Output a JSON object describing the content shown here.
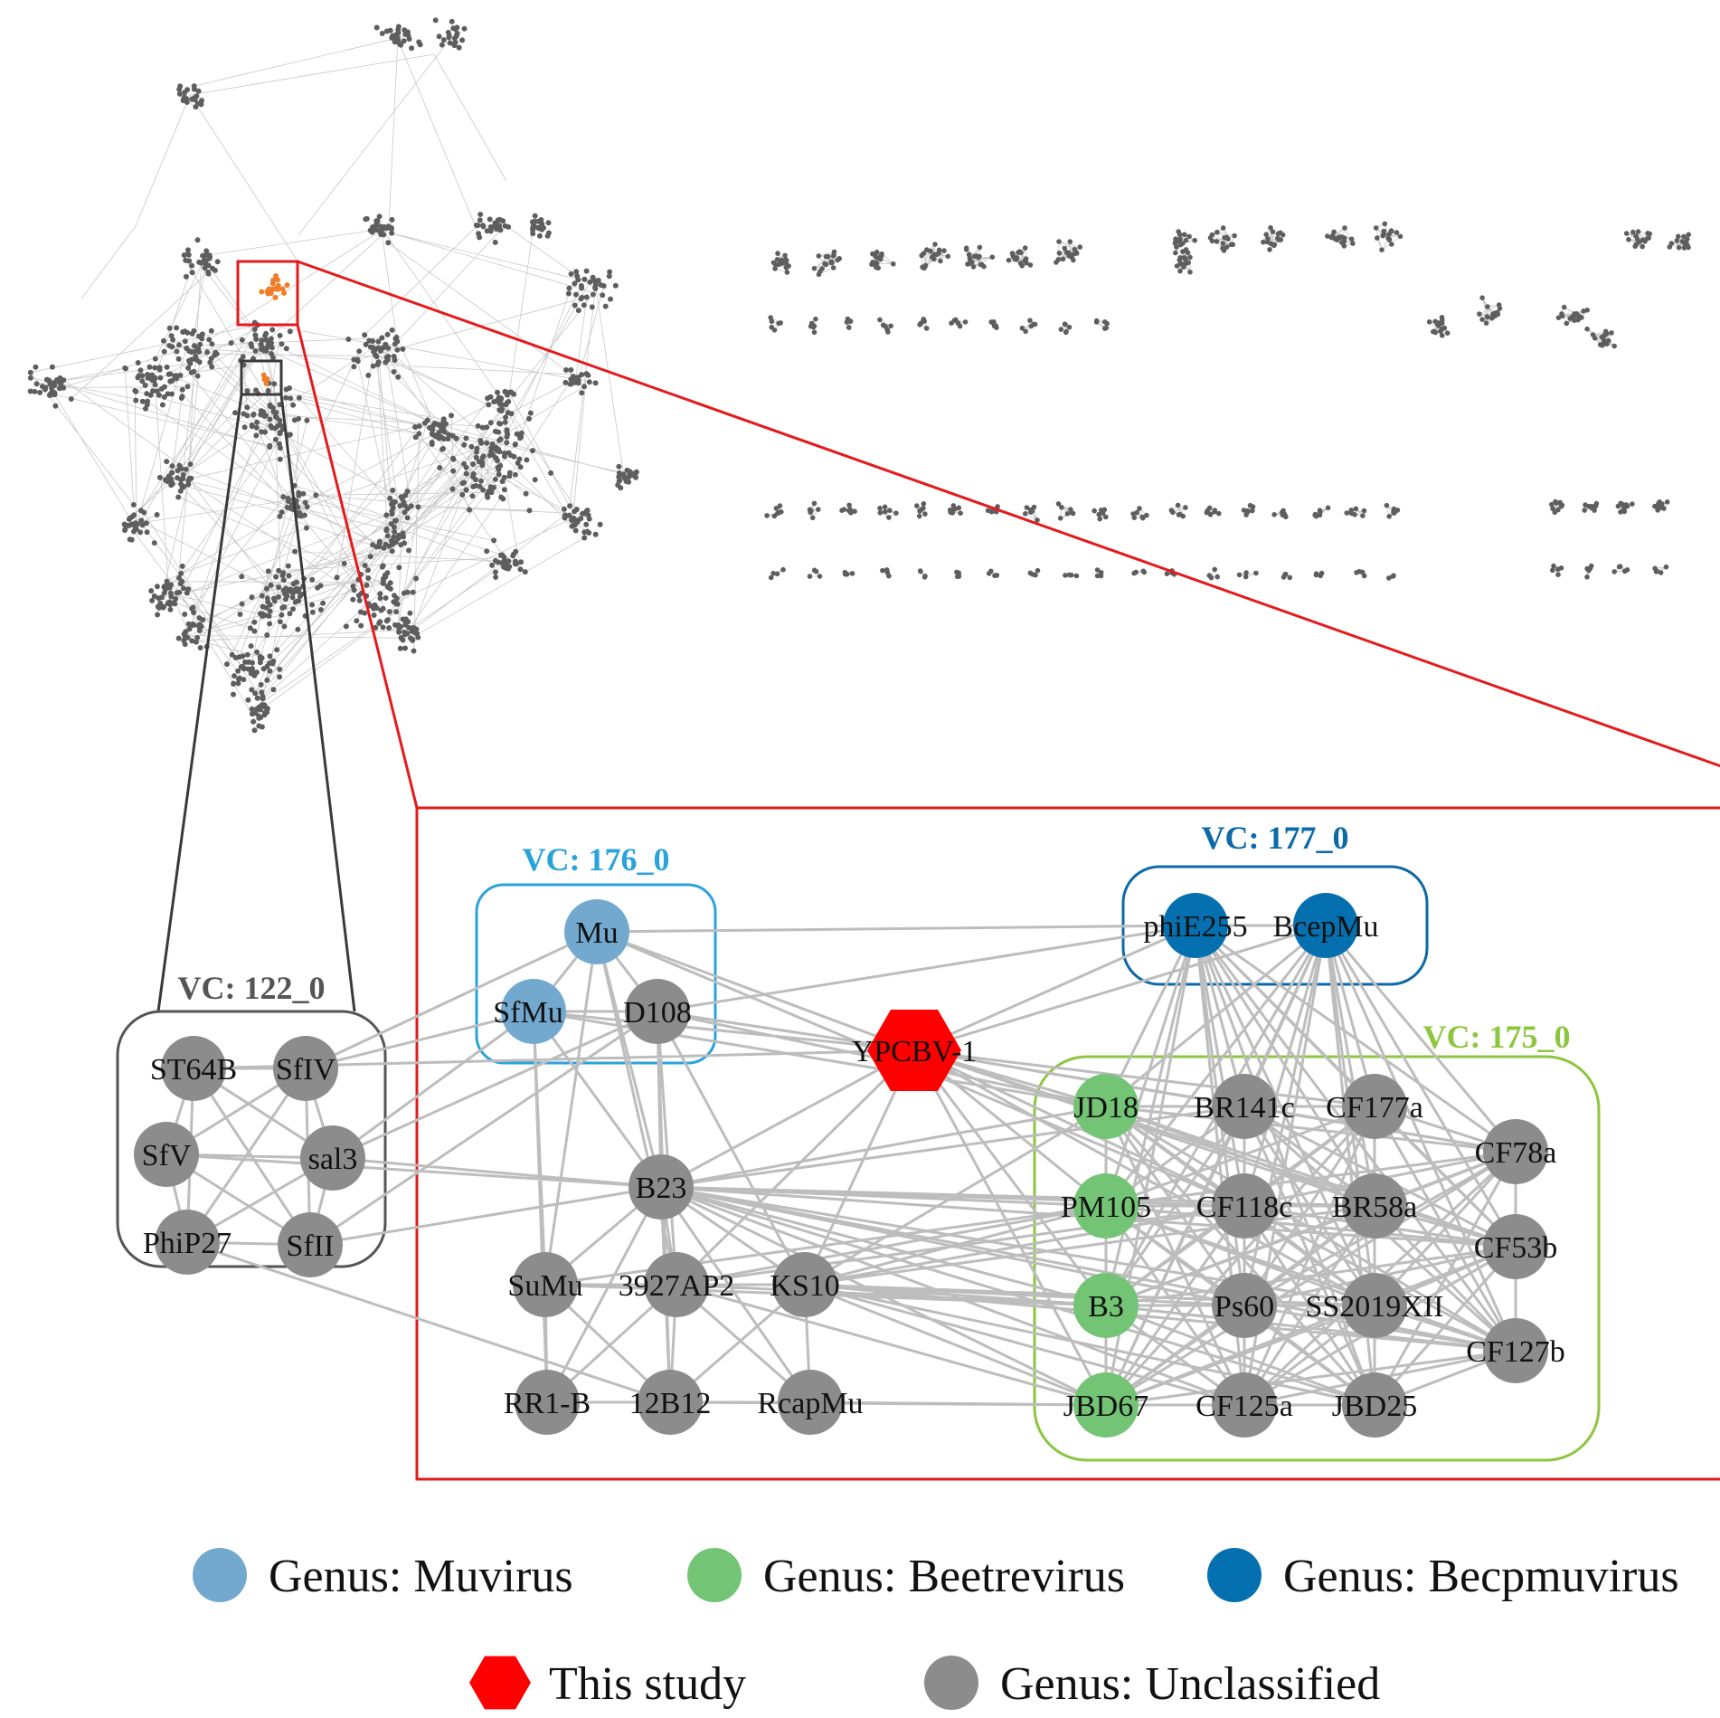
{
  "colors": {
    "muvirus": "#74a9cf",
    "beetrevirus": "#74c476",
    "becpmuvirus": "#0570b0",
    "unclassified": "#8c8c8c",
    "this_study": "#ff0000",
    "edge": "#bdbdbd",
    "overview_node": "#5e5e5e",
    "zoom_red": "#e41a1c",
    "zoom_dark": "#3a3a3a",
    "vc176": "#29a3dc",
    "vc177": "#0c6aa8",
    "vc175": "#8dc63f",
    "vc122": "#555555"
  },
  "clusters": [
    {
      "id": "vc122",
      "label": "VC: 122_0"
    },
    {
      "id": "vc176",
      "label": "VC: 176_0"
    },
    {
      "id": "vc177",
      "label": "VC: 177_0"
    },
    {
      "id": "vc175",
      "label": "VC: 175_0"
    }
  ],
  "nodes": [
    {
      "id": "ST64B",
      "label": "ST64B",
      "genus": "unclassified"
    },
    {
      "id": "SfIV",
      "label": "SfIV",
      "genus": "unclassified"
    },
    {
      "id": "SfV",
      "label": "SfV",
      "genus": "unclassified"
    },
    {
      "id": "sal3",
      "label": "sal3",
      "genus": "unclassified"
    },
    {
      "id": "PhiP27",
      "label": "PhiP27",
      "genus": "unclassified"
    },
    {
      "id": "SfII",
      "label": "SfII",
      "genus": "unclassified"
    },
    {
      "id": "Mu",
      "label": "Mu",
      "genus": "muvirus"
    },
    {
      "id": "SfMu",
      "label": "SfMu",
      "genus": "muvirus"
    },
    {
      "id": "D108",
      "label": "D108",
      "genus": "unclassified"
    },
    {
      "id": "B23",
      "label": "B23",
      "genus": "unclassified"
    },
    {
      "id": "SuMu",
      "label": "SuMu",
      "genus": "unclassified"
    },
    {
      "id": "3927AP2",
      "label": "3927AP2",
      "genus": "unclassified"
    },
    {
      "id": "KS10",
      "label": "KS10",
      "genus": "unclassified"
    },
    {
      "id": "RR1-B",
      "label": "RR1-B",
      "genus": "unclassified"
    },
    {
      "id": "12B12",
      "label": "12B12",
      "genus": "unclassified"
    },
    {
      "id": "RcapMu",
      "label": "RcapMu",
      "genus": "unclassified"
    },
    {
      "id": "YPCBV-1",
      "label": "YPCBV-1",
      "genus": "this_study"
    },
    {
      "id": "phiE255",
      "label": "phiE255",
      "genus": "becpmuvirus"
    },
    {
      "id": "BcepMu",
      "label": "BcepMu",
      "genus": "becpmuvirus"
    },
    {
      "id": "JD18",
      "label": "JD18",
      "genus": "beetrevirus"
    },
    {
      "id": "BR141c",
      "label": "BR141c",
      "genus": "unclassified"
    },
    {
      "id": "CF177a",
      "label": "CF177a",
      "genus": "unclassified"
    },
    {
      "id": "CF78a",
      "label": "CF78a",
      "genus": "unclassified"
    },
    {
      "id": "PM105",
      "label": "PM105",
      "genus": "beetrevirus"
    },
    {
      "id": "CF118c",
      "label": "CF118c",
      "genus": "unclassified"
    },
    {
      "id": "BR58a",
      "label": "BR58a",
      "genus": "unclassified"
    },
    {
      "id": "CF53b",
      "label": "CF53b",
      "genus": "unclassified"
    },
    {
      "id": "B3",
      "label": "B3",
      "genus": "beetrevirus"
    },
    {
      "id": "Ps60",
      "label": "Ps60",
      "genus": "unclassified"
    },
    {
      "id": "SS2019XII",
      "label": "SS2019XII",
      "genus": "unclassified"
    },
    {
      "id": "CF127b",
      "label": "CF127b",
      "genus": "unclassified"
    },
    {
      "id": "JBD67",
      "label": "JBD67",
      "genus": "beetrevirus"
    },
    {
      "id": "CF125a",
      "label": "CF125a",
      "genus": "unclassified"
    },
    {
      "id": "JBD25",
      "label": "JBD25",
      "genus": "unclassified"
    }
  ],
  "edges": [
    [
      "ST64B",
      "SfIV"
    ],
    [
      "ST64B",
      "SfV"
    ],
    [
      "ST64B",
      "sal3"
    ],
    [
      "ST64B",
      "PhiP27"
    ],
    [
      "ST64B",
      "SfII"
    ],
    [
      "SfIV",
      "SfV"
    ],
    [
      "SfIV",
      "sal3"
    ],
    [
      "SfIV",
      "PhiP27"
    ],
    [
      "SfIV",
      "SfII"
    ],
    [
      "SfV",
      "sal3"
    ],
    [
      "SfV",
      "PhiP27"
    ],
    [
      "SfV",
      "SfII"
    ],
    [
      "sal3",
      "PhiP27"
    ],
    [
      "sal3",
      "SfII"
    ],
    [
      "PhiP27",
      "SfII"
    ],
    [
      "SfIV",
      "SfMu"
    ],
    [
      "SfIV",
      "Mu"
    ],
    [
      "sal3",
      "SfMu"
    ],
    [
      "sal3",
      "D108"
    ],
    [
      "sal3",
      "B23"
    ],
    [
      "SfII",
      "B23"
    ],
    [
      "SfII",
      "D108"
    ],
    [
      "SfV",
      "B23"
    ],
    [
      "PhiP27",
      "12B12"
    ],
    [
      "ST64B",
      "YPCBV-1"
    ],
    [
      "Mu",
      "SfMu"
    ],
    [
      "Mu",
      "D108"
    ],
    [
      "SfMu",
      "D108"
    ],
    [
      "Mu",
      "YPCBV-1"
    ],
    [
      "SfMu",
      "YPCBV-1"
    ],
    [
      "D108",
      "YPCBV-1"
    ],
    [
      "Mu",
      "B23"
    ],
    [
      "SfMu",
      "B23"
    ],
    [
      "D108",
      "B23"
    ],
    [
      "SfMu",
      "SuMu"
    ],
    [
      "Mu",
      "3927AP2"
    ],
    [
      "D108",
      "KS10"
    ],
    [
      "D108",
      "3927AP2"
    ],
    [
      "SfMu",
      "RR1-B"
    ],
    [
      "Mu",
      "SuMu"
    ],
    [
      "D108",
      "12B12"
    ],
    [
      "B23",
      "SuMu"
    ],
    [
      "B23",
      "3927AP2"
    ],
    [
      "B23",
      "KS10"
    ],
    [
      "B23",
      "RR1-B"
    ],
    [
      "B23",
      "12B12"
    ],
    [
      "B23",
      "RcapMu"
    ],
    [
      "SuMu",
      "3927AP2"
    ],
    [
      "SuMu",
      "KS10"
    ],
    [
      "SuMu",
      "RR1-B"
    ],
    [
      "SuMu",
      "12B12"
    ],
    [
      "3927AP2",
      "KS10"
    ],
    [
      "3927AP2",
      "RR1-B"
    ],
    [
      "3927AP2",
      "12B12"
    ],
    [
      "3927AP2",
      "RcapMu"
    ],
    [
      "KS10",
      "RcapMu"
    ],
    [
      "KS10",
      "12B12"
    ],
    [
      "RR1-B",
      "12B12"
    ],
    [
      "12B12",
      "RcapMu"
    ],
    [
      "RcapMu",
      "JBD67"
    ],
    [
      "12B12",
      "JBD67"
    ],
    [
      "YPCBV-1",
      "B23"
    ],
    [
      "YPCBV-1",
      "3927AP2"
    ],
    [
      "YPCBV-1",
      "KS10"
    ],
    [
      "YPCBV-1",
      "phiE255"
    ],
    [
      "YPCBV-1",
      "BcepMu"
    ],
    [
      "YPCBV-1",
      "JD18"
    ],
    [
      "YPCBV-1",
      "BR141c"
    ],
    [
      "YPCBV-1",
      "CF177a"
    ],
    [
      "YPCBV-1",
      "CF78a"
    ],
    [
      "YPCBV-1",
      "PM105"
    ],
    [
      "YPCBV-1",
      "CF118c"
    ],
    [
      "YPCBV-1",
      "BR58a"
    ],
    [
      "YPCBV-1",
      "B3"
    ],
    [
      "YPCBV-1",
      "SS2019XII"
    ],
    [
      "YPCBV-1",
      "JBD67"
    ],
    [
      "YPCBV-1",
      "CF53b"
    ],
    [
      "B23",
      "JD18"
    ],
    [
      "B23",
      "PM105"
    ],
    [
      "B23",
      "CF118c"
    ],
    [
      "B23",
      "BR58a"
    ],
    [
      "B23",
      "B3"
    ],
    [
      "B23",
      "Ps60"
    ],
    [
      "B23",
      "SS2019XII"
    ],
    [
      "B23",
      "CF127b"
    ],
    [
      "B23",
      "JBD67"
    ],
    [
      "B23",
      "CF125a"
    ],
    [
      "B23",
      "JBD25"
    ],
    [
      "B23",
      "BR141c"
    ],
    [
      "B23",
      "CF53b"
    ],
    [
      "KS10",
      "JD18"
    ],
    [
      "KS10",
      "PM105"
    ],
    [
      "KS10",
      "B3"
    ],
    [
      "KS10",
      "JBD67"
    ],
    [
      "KS10",
      "CF118c"
    ],
    [
      "KS10",
      "Ps60"
    ],
    [
      "KS10",
      "BR58a"
    ],
    [
      "KS10",
      "CF125a"
    ],
    [
      "KS10",
      "SS2019XII"
    ],
    [
      "KS10",
      "JBD25"
    ],
    [
      "KS10",
      "CF127b"
    ],
    [
      "3927AP2",
      "PM105"
    ],
    [
      "3927AP2",
      "B3"
    ],
    [
      "3927AP2",
      "JBD67"
    ],
    [
      "3927AP2",
      "CF118c"
    ],
    [
      "SuMu",
      "PM105"
    ],
    [
      "SuMu",
      "B3"
    ],
    [
      "Mu",
      "phiE255"
    ],
    [
      "D108",
      "phiE255"
    ],
    [
      "D108",
      "JD18"
    ],
    [
      "SfMu",
      "JD18"
    ],
    [
      "Mu",
      "CF118c"
    ],
    [
      "phiE255",
      "BcepMu"
    ],
    [
      "phiE255",
      "JD18"
    ],
    [
      "phiE255",
      "BR141c"
    ],
    [
      "phiE255",
      "CF177a"
    ],
    [
      "phiE255",
      "CF78a"
    ],
    [
      "phiE255",
      "PM105"
    ],
    [
      "phiE255",
      "CF118c"
    ],
    [
      "phiE255",
      "BR58a"
    ],
    [
      "phiE255",
      "CF53b"
    ],
    [
      "phiE255",
      "B3"
    ],
    [
      "phiE255",
      "Ps60"
    ],
    [
      "phiE255",
      "SS2019XII"
    ],
    [
      "phiE255",
      "CF127b"
    ],
    [
      "phiE255",
      "JBD67"
    ],
    [
      "phiE255",
      "CF125a"
    ],
    [
      "phiE255",
      "JBD25"
    ],
    [
      "BcepMu",
      "JD18"
    ],
    [
      "BcepMu",
      "BR141c"
    ],
    [
      "BcepMu",
      "CF177a"
    ],
    [
      "BcepMu",
      "CF78a"
    ],
    [
      "BcepMu",
      "PM105"
    ],
    [
      "BcepMu",
      "CF118c"
    ],
    [
      "BcepMu",
      "BR58a"
    ],
    [
      "BcepMu",
      "CF53b"
    ],
    [
      "BcepMu",
      "B3"
    ],
    [
      "BcepMu",
      "Ps60"
    ],
    [
      "BcepMu",
      "SS2019XII"
    ],
    [
      "BcepMu",
      "CF127b"
    ],
    [
      "BcepMu",
      "JBD67"
    ],
    [
      "BcepMu",
      "CF125a"
    ],
    [
      "BcepMu",
      "JBD25"
    ],
    [
      "JD18",
      "BR141c"
    ],
    [
      "JD18",
      "CF177a"
    ],
    [
      "JD18",
      "CF78a"
    ],
    [
      "JD18",
      "PM105"
    ],
    [
      "JD18",
      "CF118c"
    ],
    [
      "JD18",
      "BR58a"
    ],
    [
      "JD18",
      "CF53b"
    ],
    [
      "JD18",
      "B3"
    ],
    [
      "JD18",
      "Ps60"
    ],
    [
      "JD18",
      "SS2019XII"
    ],
    [
      "JD18",
      "CF127b"
    ],
    [
      "JD18",
      "JBD67"
    ],
    [
      "JD18",
      "CF125a"
    ],
    [
      "JD18",
      "JBD25"
    ],
    [
      "BR141c",
      "CF177a"
    ],
    [
      "BR141c",
      "CF78a"
    ],
    [
      "BR141c",
      "PM105"
    ],
    [
      "BR141c",
      "CF118c"
    ],
    [
      "BR141c",
      "BR58a"
    ],
    [
      "BR141c",
      "CF53b"
    ],
    [
      "BR141c",
      "B3"
    ],
    [
      "BR141c",
      "Ps60"
    ],
    [
      "BR141c",
      "SS2019XII"
    ],
    [
      "BR141c",
      "CF127b"
    ],
    [
      "BR141c",
      "JBD67"
    ],
    [
      "BR141c",
      "CF125a"
    ],
    [
      "BR141c",
      "JBD25"
    ],
    [
      "CF177a",
      "CF78a"
    ],
    [
      "CF177a",
      "PM105"
    ],
    [
      "CF177a",
      "CF118c"
    ],
    [
      "CF177a",
      "BR58a"
    ],
    [
      "CF177a",
      "CF53b"
    ],
    [
      "CF177a",
      "B3"
    ],
    [
      "CF177a",
      "Ps60"
    ],
    [
      "CF177a",
      "SS2019XII"
    ],
    [
      "CF177a",
      "CF127b"
    ],
    [
      "CF177a",
      "JBD67"
    ],
    [
      "CF177a",
      "CF125a"
    ],
    [
      "CF177a",
      "JBD25"
    ],
    [
      "CF78a",
      "PM105"
    ],
    [
      "CF78a",
      "CF118c"
    ],
    [
      "CF78a",
      "BR58a"
    ],
    [
      "CF78a",
      "CF53b"
    ],
    [
      "CF78a",
      "B3"
    ],
    [
      "CF78a",
      "Ps60"
    ],
    [
      "CF78a",
      "SS2019XII"
    ],
    [
      "CF78a",
      "CF127b"
    ],
    [
      "CF78a",
      "JBD67"
    ],
    [
      "CF78a",
      "CF125a"
    ],
    [
      "CF78a",
      "JBD25"
    ],
    [
      "PM105",
      "CF118c"
    ],
    [
      "PM105",
      "BR58a"
    ],
    [
      "PM105",
      "CF53b"
    ],
    [
      "PM105",
      "B3"
    ],
    [
      "PM105",
      "Ps60"
    ],
    [
      "PM105",
      "SS2019XII"
    ],
    [
      "PM105",
      "CF127b"
    ],
    [
      "PM105",
      "JBD67"
    ],
    [
      "PM105",
      "CF125a"
    ],
    [
      "PM105",
      "JBD25"
    ],
    [
      "CF118c",
      "BR58a"
    ],
    [
      "CF118c",
      "CF53b"
    ],
    [
      "CF118c",
      "B3"
    ],
    [
      "CF118c",
      "Ps60"
    ],
    [
      "CF118c",
      "SS2019XII"
    ],
    [
      "CF118c",
      "CF127b"
    ],
    [
      "CF118c",
      "JBD67"
    ],
    [
      "CF118c",
      "CF125a"
    ],
    [
      "CF118c",
      "JBD25"
    ],
    [
      "BR58a",
      "CF53b"
    ],
    [
      "BR58a",
      "B3"
    ],
    [
      "BR58a",
      "Ps60"
    ],
    [
      "BR58a",
      "SS2019XII"
    ],
    [
      "BR58a",
      "CF127b"
    ],
    [
      "BR58a",
      "JBD67"
    ],
    [
      "BR58a",
      "CF125a"
    ],
    [
      "BR58a",
      "JBD25"
    ],
    [
      "CF53b",
      "B3"
    ],
    [
      "CF53b",
      "Ps60"
    ],
    [
      "CF53b",
      "SS2019XII"
    ],
    [
      "CF53b",
      "CF127b"
    ],
    [
      "CF53b",
      "JBD67"
    ],
    [
      "CF53b",
      "CF125a"
    ],
    [
      "CF53b",
      "JBD25"
    ],
    [
      "B3",
      "Ps60"
    ],
    [
      "B3",
      "SS2019XII"
    ],
    [
      "B3",
      "CF127b"
    ],
    [
      "B3",
      "JBD67"
    ],
    [
      "B3",
      "CF125a"
    ],
    [
      "B3",
      "JBD25"
    ],
    [
      "Ps60",
      "SS2019XII"
    ],
    [
      "Ps60",
      "CF127b"
    ],
    [
      "Ps60",
      "JBD67"
    ],
    [
      "Ps60",
      "CF125a"
    ],
    [
      "Ps60",
      "JBD25"
    ],
    [
      "SS2019XII",
      "CF127b"
    ],
    [
      "SS2019XII",
      "JBD67"
    ],
    [
      "SS2019XII",
      "CF125a"
    ],
    [
      "SS2019XII",
      "JBD25"
    ],
    [
      "CF127b",
      "JBD67"
    ],
    [
      "CF127b",
      "CF125a"
    ],
    [
      "CF127b",
      "JBD25"
    ],
    [
      "JBD67",
      "CF125a"
    ],
    [
      "JBD67",
      "JBD25"
    ],
    [
      "CF125a",
      "JBD25"
    ]
  ],
  "legend": [
    {
      "genus": "muvirus",
      "shape": "circle",
      "label": "Genus: Muvirus"
    },
    {
      "genus": "beetrevirus",
      "shape": "circle",
      "label": "Genus: Beetrevirus"
    },
    {
      "genus": "becpmuvirus",
      "shape": "circle",
      "label": "Genus: Becpmuvirus"
    },
    {
      "genus": "this_study",
      "shape": "hexagon",
      "label": "This study"
    },
    {
      "genus": "unclassified",
      "shape": "circle",
      "label": "Genus: Unclassified"
    }
  ]
}
